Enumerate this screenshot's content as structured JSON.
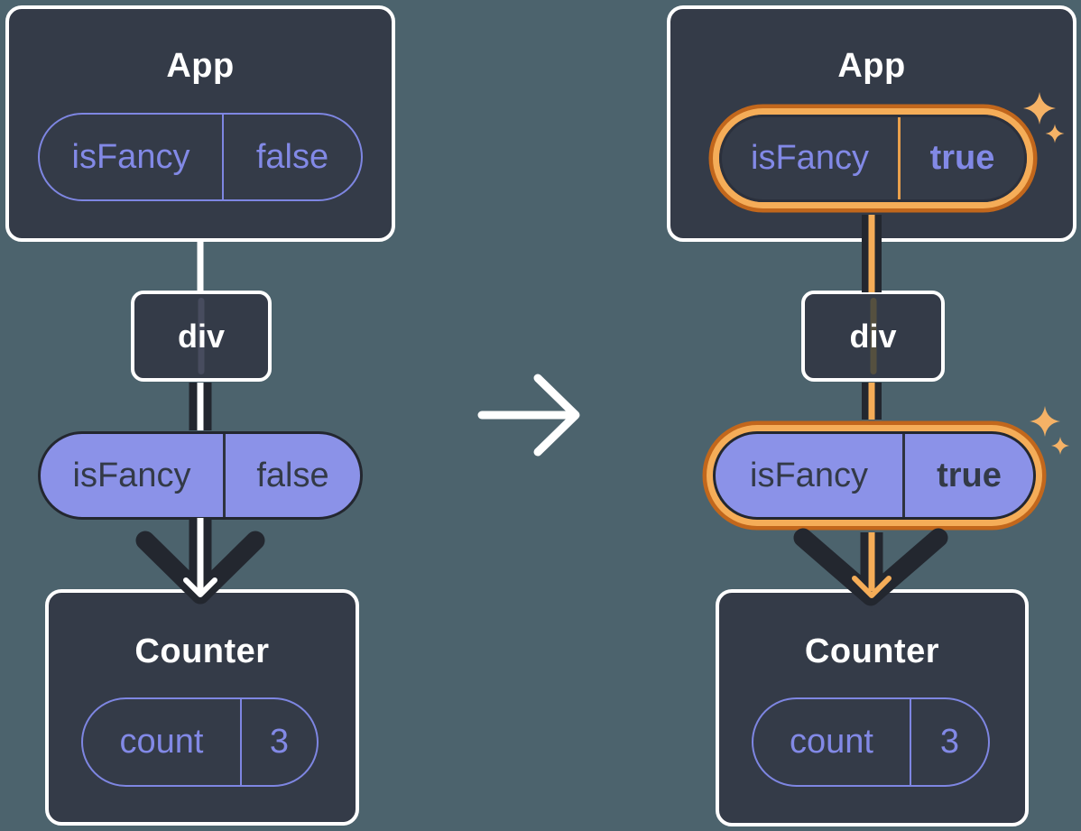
{
  "before": {
    "app": {
      "title": "App",
      "prop_name": "isFancy",
      "prop_value": "false"
    },
    "container": {
      "label": "div"
    },
    "passed_prop": {
      "name": "isFancy",
      "value": "false"
    },
    "counter": {
      "title": "Counter",
      "state_name": "count",
      "state_value": "3"
    }
  },
  "after": {
    "app": {
      "title": "App",
      "prop_name": "isFancy",
      "prop_value": "true"
    },
    "container": {
      "label": "div"
    },
    "passed_prop": {
      "name": "isFancy",
      "value": "true"
    },
    "counter": {
      "title": "Counter",
      "state_name": "count",
      "state_value": "3"
    }
  },
  "icons": {
    "transition": "arrow-right-icon",
    "highlight": "sparkle-icon"
  },
  "colors": {
    "canvas_bg": "#4c636d",
    "node_bg": "#343b48",
    "node_border": "#ffffff",
    "purple_fill": "#8b92e8",
    "purple_outline": "#7e86e2",
    "text_dark": "#333a47",
    "arrow_dark": "#23272f",
    "highlight_orange": "#f5ad58",
    "highlight_orange_dark": "#c2671c",
    "sparkle": "#f5b266"
  }
}
